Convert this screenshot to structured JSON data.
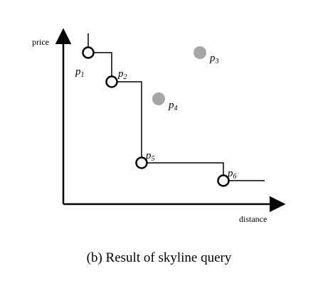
{
  "figure": {
    "y_axis_label": "price",
    "x_axis_label": "distance",
    "caption": "(b) Result of skyline query"
  },
  "points": [
    {
      "id": "p1",
      "letter": "p",
      "index": "1",
      "skyline": true
    },
    {
      "id": "p2",
      "letter": "p",
      "index": "2",
      "skyline": true
    },
    {
      "id": "p3",
      "letter": "p",
      "index": "3",
      "skyline": false
    },
    {
      "id": "p4",
      "letter": "p",
      "index": "4",
      "skyline": false
    },
    {
      "id": "p5",
      "letter": "p",
      "index": "5",
      "skyline": true
    },
    {
      "id": "p6",
      "letter": "p",
      "index": "6",
      "skyline": true
    }
  ],
  "colors": {
    "skyline_point_fill": "#ffffff",
    "skyline_point_stroke": "#000000",
    "dominated_point_fill": "#a6a6a6",
    "axis": "#000000"
  }
}
